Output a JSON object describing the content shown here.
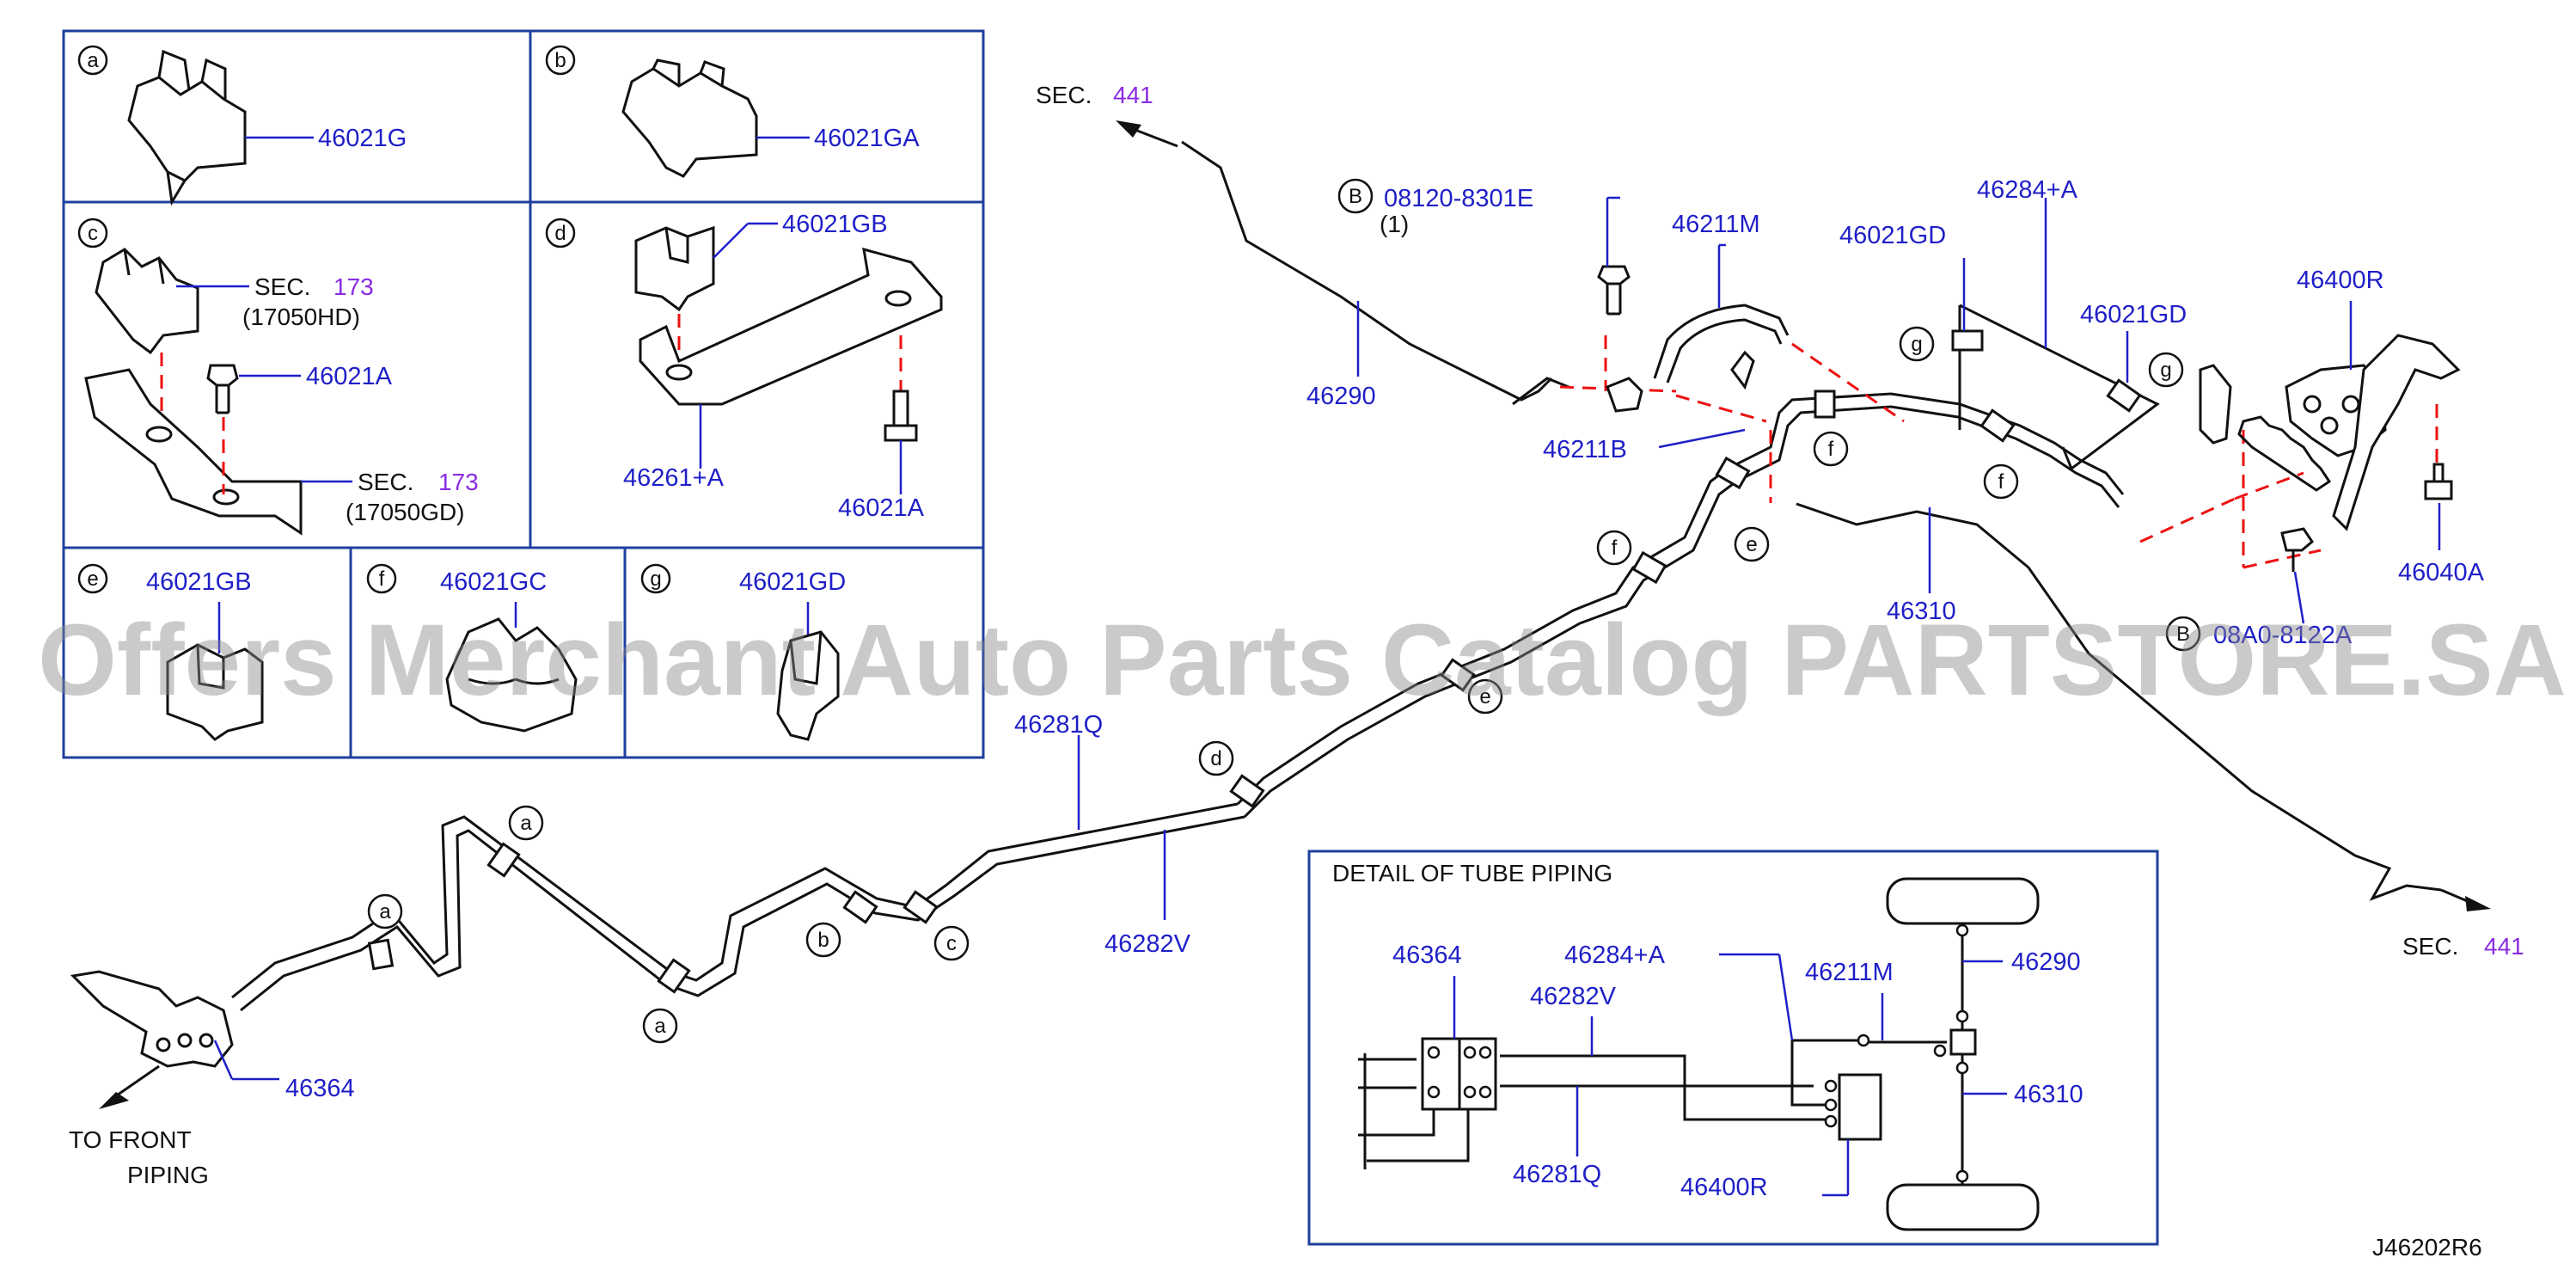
{
  "diagram": {
    "watermark": "Offers Merchant Auto Parts Catalog PARTSTORE.SA",
    "drawing_code": "J46202R6",
    "clip_panels": [
      {
        "letter": "a",
        "part": "46021G"
      },
      {
        "letter": "b",
        "part": "46021GA"
      },
      {
        "letter": "c",
        "part": "46021A",
        "refs": [
          {
            "sec_label": "SEC.",
            "sec_num": "173",
            "code": "(17050HD)"
          },
          {
            "sec_label": "SEC.",
            "sec_num": "173",
            "code": "(17050GD)"
          }
        ]
      },
      {
        "letter": "d",
        "parts": [
          "46021GB",
          "46261+A",
          "46021A"
        ]
      },
      {
        "letter": "e",
        "part": "46021GB"
      },
      {
        "letter": "f",
        "part": "46021GC"
      },
      {
        "letter": "g",
        "part": "46021GD"
      }
    ],
    "main_labels": {
      "sec_top": {
        "label": "SEC.",
        "num": "441"
      },
      "sec_right": {
        "label": "SEC.",
        "num": "441"
      },
      "bolt_b": {
        "circle": "B",
        "part": "08120-8301E",
        "qty": "(1)"
      },
      "bolt_b2": {
        "circle": "B",
        "part": "08A0-8122A"
      },
      "p46290": "46290",
      "p46211M": "46211M",
      "p46211B": "46211B",
      "p46021GD_1": "46021GD",
      "p46021GD_2": "46021GD",
      "p46284A": "46284+A",
      "p46400R": "46400R",
      "p46040A": "46040A",
      "p46310": "46310",
      "p46281Q": "46281Q",
      "p46282V": "46282V",
      "p46364": "46364",
      "to_front_1": "TO  FRONT",
      "to_front_2": "PIPING"
    },
    "clip_callouts": [
      "a",
      "a",
      "a",
      "b",
      "c",
      "d",
      "e",
      "e",
      "f",
      "f",
      "f",
      "g",
      "g"
    ],
    "detail_box": {
      "title": "DETAIL  OF  TUBE  PIPING",
      "labels": {
        "d46364": "46364",
        "d46284A": "46284+A",
        "d46211M": "46211M",
        "d46290": "46290",
        "d46282V": "46282V",
        "d46310": "46310",
        "d46281Q": "46281Q",
        "d46400R": "46400R"
      }
    }
  }
}
